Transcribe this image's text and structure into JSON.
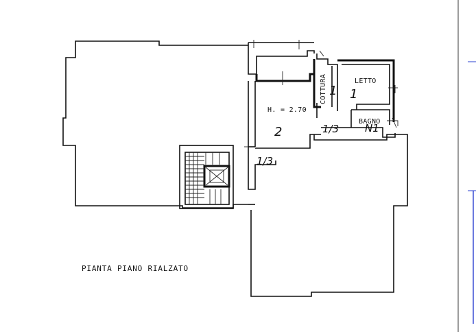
{
  "plan": {
    "title": "PIANTA PIANO RIALZATO",
    "height_note": "H. = 2.70",
    "rooms": {
      "cottura": "COTTURA",
      "letto": "LETTO",
      "bagno": "BAGNO"
    },
    "handwritten": {
      "cottura_mark": "1",
      "letto_mark": "1",
      "living_mark": "2",
      "corridor_mark": "1/3",
      "landing_mark": "1/3",
      "bagno_mark": "N1"
    }
  },
  "colors": {
    "ink": "#111111",
    "edge_marker": "#2a3fd0"
  }
}
